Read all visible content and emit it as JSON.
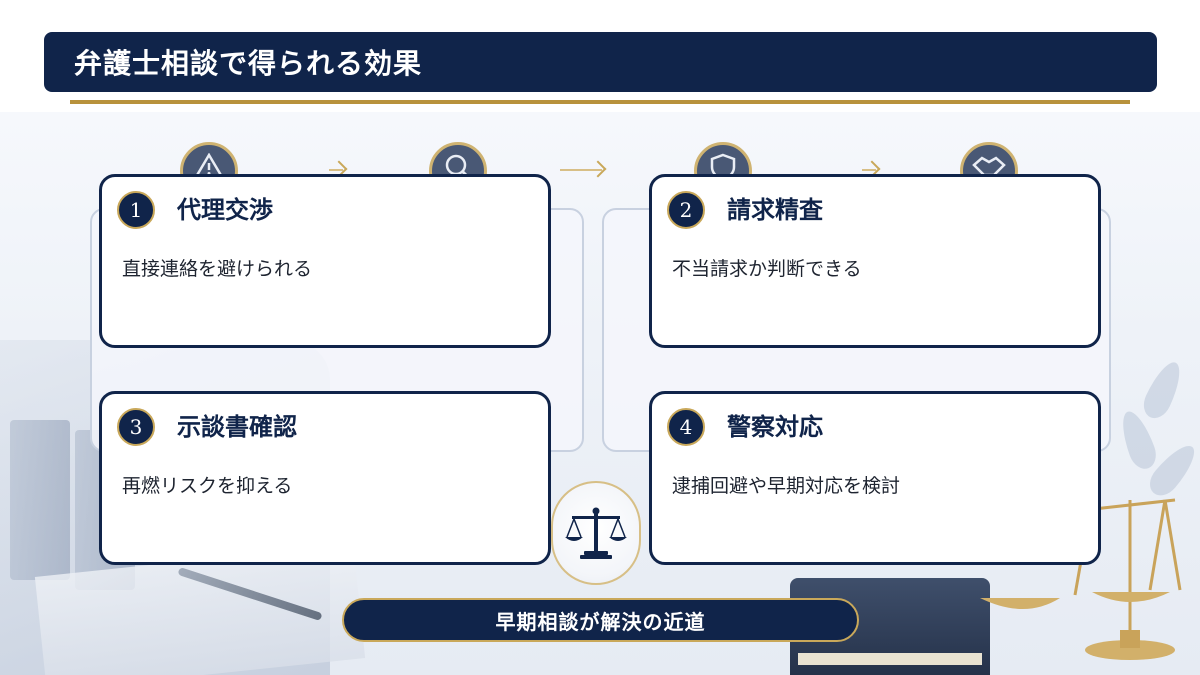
{
  "header": {
    "title": "弁護士相談で得られる効果"
  },
  "cards": [
    {
      "number": "1",
      "title": "代理交渉",
      "text": "直接連絡を避けられる"
    },
    {
      "number": "2",
      "title": "請求精査",
      "text": "不当請求か判断できる"
    },
    {
      "number": "3",
      "title": "示談書確認",
      "text": "再燃リスクを抑える"
    },
    {
      "number": "4",
      "title": "警察対応",
      "text": "逮捕回避や早期対応を検討"
    }
  ],
  "footer": {
    "label": "早期相談が解決の近道"
  },
  "icons": {
    "step_1": "warning-icon",
    "step_2": "magnifier-icon",
    "step_3": "shield-icon",
    "step_4": "handshake-icon",
    "center": "scales-of-justice-icon"
  },
  "colors": {
    "navy": "#10244a",
    "gold": "#b8923c",
    "card_background": "#ffffff"
  }
}
